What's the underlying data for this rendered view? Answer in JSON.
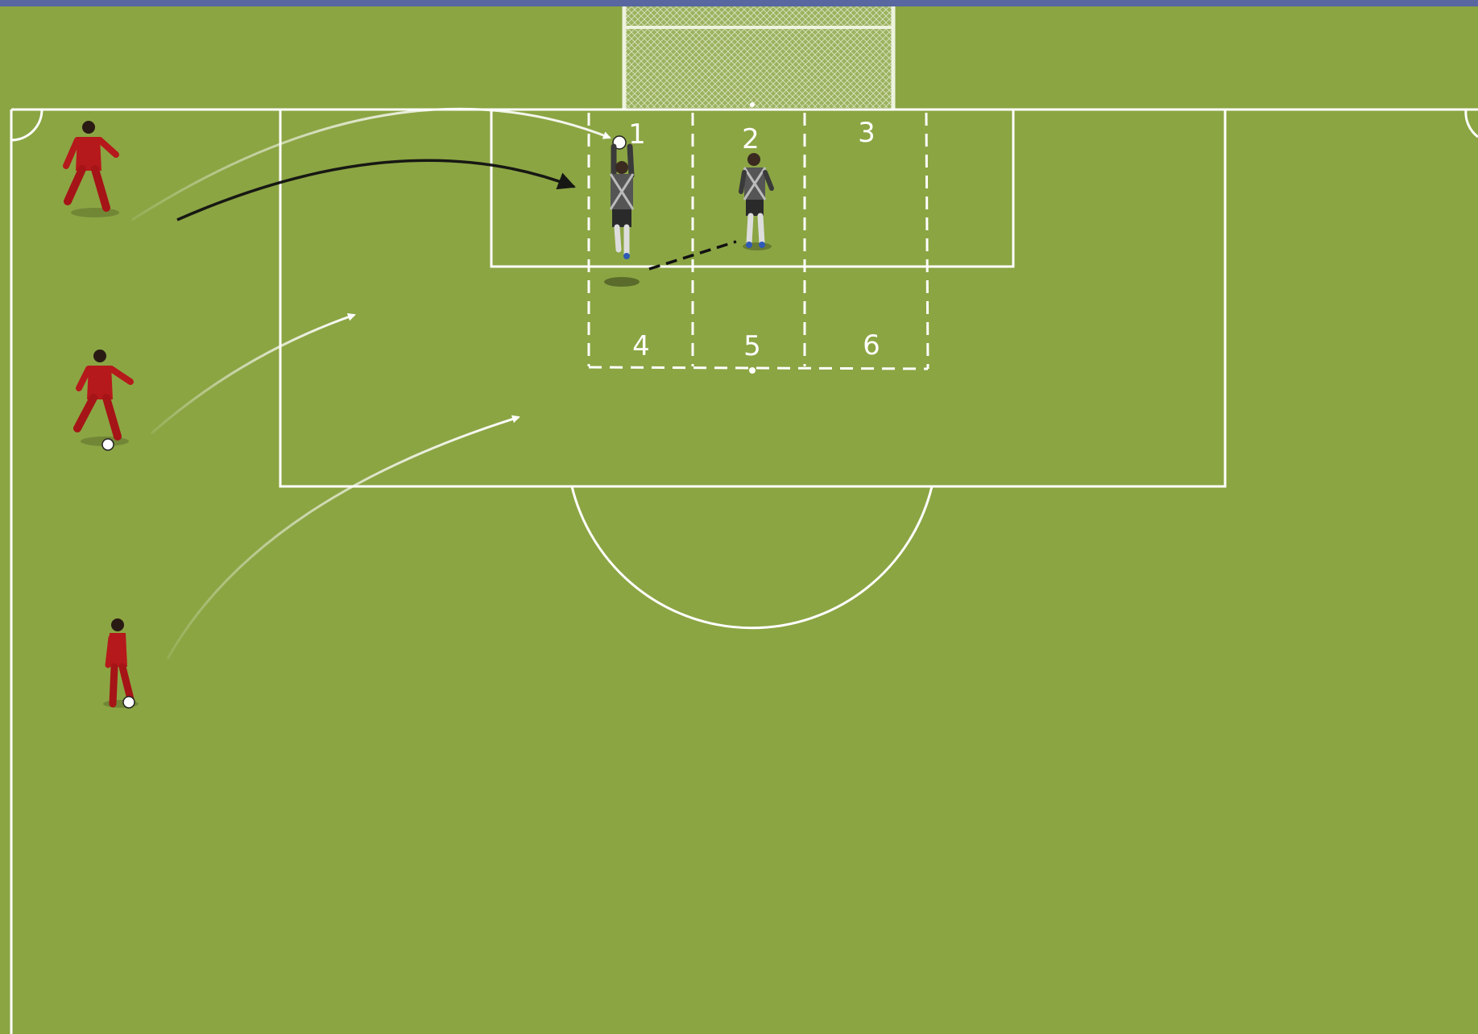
{
  "pitch": {
    "grass_color": "#8ba543",
    "line_color": "#ffffff",
    "top_bar_color": "#5867a0"
  },
  "zones": [
    {
      "label": "1"
    },
    {
      "label": "2"
    },
    {
      "label": "3"
    },
    {
      "label": "4"
    },
    {
      "label": "5"
    },
    {
      "label": "6"
    }
  ],
  "servers": [
    {
      "kit_color": "#b5191b",
      "has_ball": false
    },
    {
      "kit_color": "#b5191b",
      "has_ball": true
    },
    {
      "kit_color": "#b5191b",
      "has_ball": true
    }
  ],
  "goalkeepers": [
    {
      "kit_color": "#3a3a3a",
      "action": "catching"
    },
    {
      "kit_color": "#3a3a3a",
      "action": "ready"
    }
  ],
  "arrows": {
    "ball_flight_color": "#ffffff",
    "goalkeeper_run_color": "#111111"
  }
}
